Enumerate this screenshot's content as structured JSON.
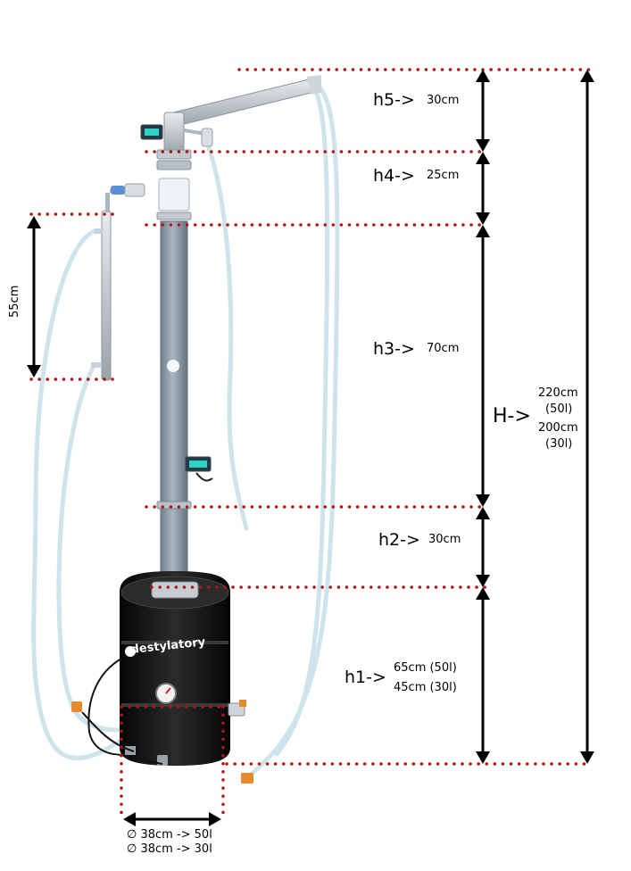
{
  "labels": {
    "h5_key": "h5->",
    "h5_val": "30cm",
    "h4_key": "h4->",
    "h4_val": "25cm",
    "h3_key": "h3->",
    "h3_val": "70cm",
    "h2_key": "h2->",
    "h2_val": "30cm",
    "h1_key": "h1->",
    "h1_val_a": "65cm (50l)",
    "h1_val_b": "45cm (30l)",
    "H_key": "H->",
    "H_val_a1": "220cm",
    "H_val_a2": "(50l)",
    "H_val_b1": "200cm",
    "H_val_b2": "(30l)",
    "side": "55cm",
    "dia_a": "∅ 38cm -> 50l",
    "dia_b": "∅ 38cm -> 30l"
  },
  "brand": {
    "column": "destylatory",
    "keg": "destylatory"
  },
  "colors": {
    "guide": "#b01818",
    "column": "#8b9aa8",
    "keg": "#171717",
    "hose": "#cfe3ec",
    "fitting": "#e58a2e"
  }
}
